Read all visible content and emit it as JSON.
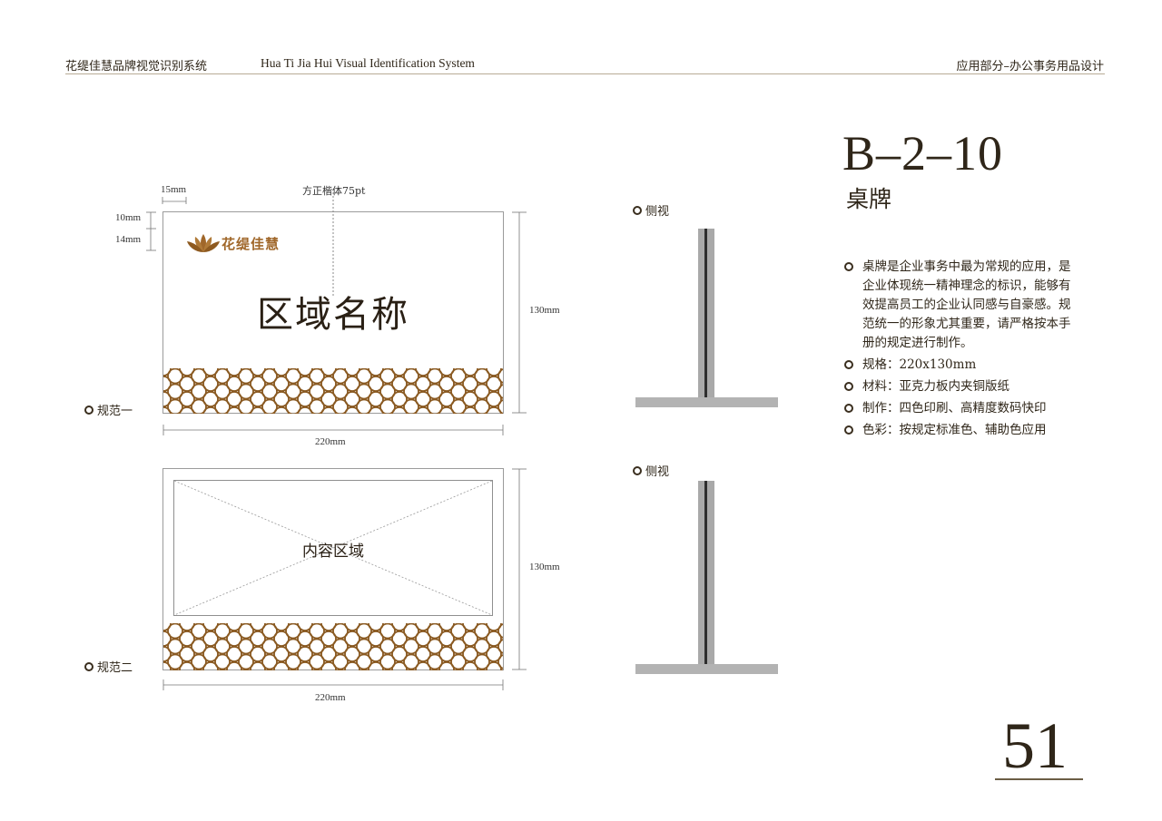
{
  "header": {
    "title_cn": "花缇佳慧品牌视觉识别系统",
    "title_en": "Hua Ti Jia Hui Visual Identification System",
    "section": "应用部分–办公事务用品设计"
  },
  "card1": {
    "label": "规范一",
    "logo_text": "花缇佳慧",
    "region_name": "区域名称",
    "font_note": "方正楷体75pt",
    "dim_left_margin": "15mm",
    "dim_top_margin": "10mm",
    "dim_logo_height": "14mm",
    "dim_height": "130mm",
    "dim_width": "220mm"
  },
  "card2": {
    "label": "规范二",
    "content_label": "内容区域",
    "dim_height": "130mm",
    "dim_width": "220mm"
  },
  "side_view_label": "侧视",
  "spec": {
    "code": "B–2–10",
    "name": "桌牌",
    "description_lines": [
      "桌牌是企业事务中最为常规的应用，是",
      "企业体现统一精神理念的标识，能够有",
      "效提高员工的企业认同感与自豪感。规",
      "范统一的形象尤其重要，请严格按本手",
      "册的规定进行制作。"
    ],
    "items": [
      "规格：220x130mm",
      "材料：亚克力板内夹铜版纸",
      "制作：四色印刷、高精度数码快印",
      "色彩：按规定标准色、辅助色应用"
    ]
  },
  "page_number": "51",
  "colors": {
    "brand_brown": "#a0672a",
    "pattern_brown": "#8a5a22",
    "text_dark": "#2f2619"
  }
}
